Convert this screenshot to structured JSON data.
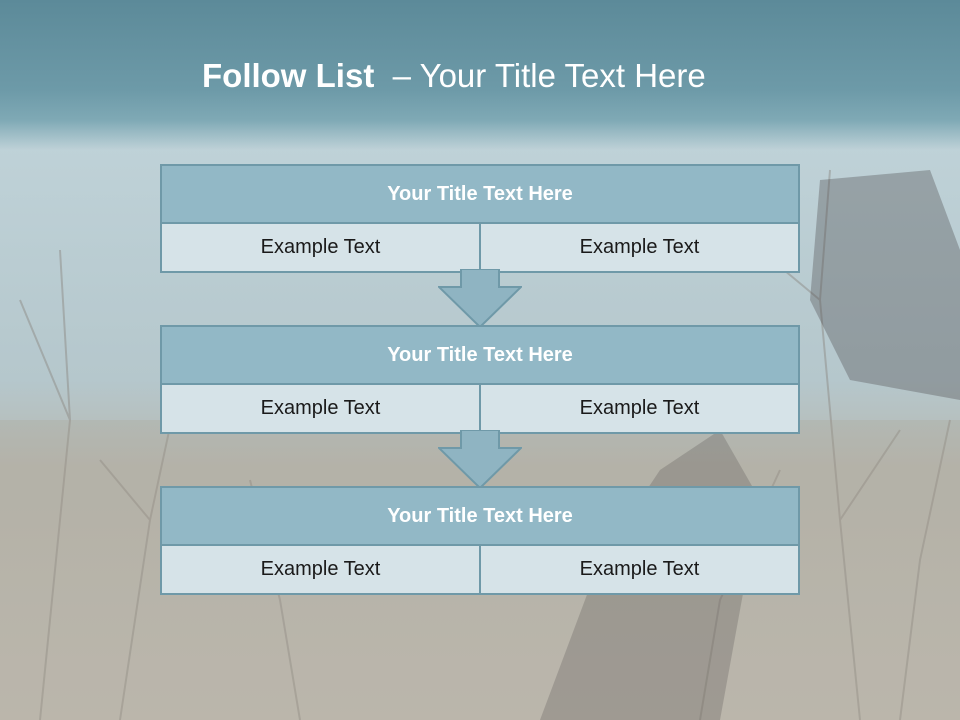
{
  "slide": {
    "title_strong": "Follow List",
    "title_rest": "– Your Title Text Here"
  },
  "steps": [
    {
      "title": "Your Title Text Here",
      "left_text": "Example Text",
      "right_text": "Example Text"
    },
    {
      "title": "Your Title Text Here",
      "left_text": "Example Text",
      "right_text": "Example Text"
    },
    {
      "title": "Your Title Text Here",
      "left_text": "Example Text",
      "right_text": "Example Text"
    }
  ],
  "icons": {
    "connector": "down-arrow-icon"
  },
  "colors": {
    "header_band": "#6d9aa8",
    "box_border": "#6f99a8",
    "box_title_fill": "#92b8c6",
    "box_cell_fill": "#d6e3e8",
    "arrow_fill": "#8fb4c2"
  }
}
